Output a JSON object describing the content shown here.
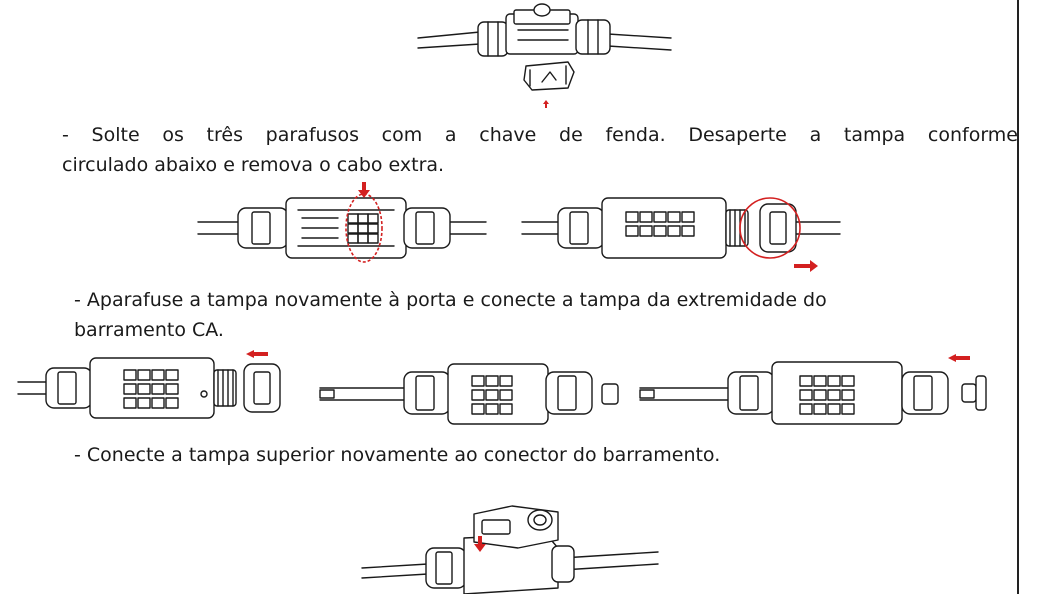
{
  "instructions": {
    "step1": {
      "line1": "- Solte os três parafusos com a chave de fenda. Desaperte a tampa conforme",
      "line2": "circulado abaixo e remova o cabo extra."
    },
    "step2": {
      "line1": "- Aparafuse a tampa novamente à porta e conecte a tampa da extremidade do",
      "line2": "barramento CA."
    },
    "step3": "- Conecte a tampa superior novamente ao conector do barramento."
  },
  "colors": {
    "accent_red": "#d32020",
    "line": "#1a1a1a"
  },
  "figures": [
    "connector-top-cover-removal",
    "connector-open-circled-screws",
    "connector-endcap-circled",
    "connector-endcap-reattach",
    "connector-cable-inserted",
    "connector-endcap-attach",
    "connector-top-cover-reattach"
  ]
}
